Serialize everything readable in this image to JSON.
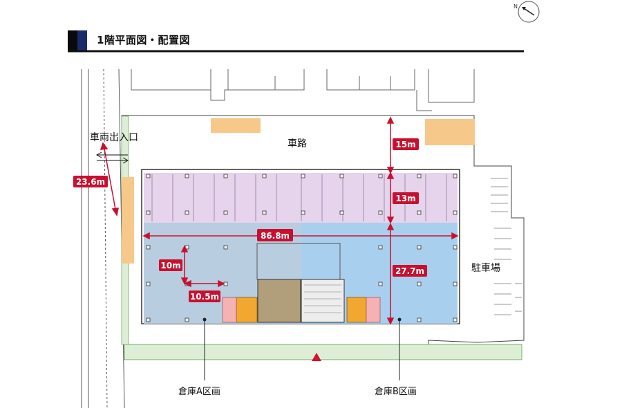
{
  "header": {
    "title": "1階平面図・配置図"
  },
  "labels": {
    "vehicle_entrance": "車両出入口",
    "road": "車路",
    "parking": "駐車場",
    "warehouse_a": "倉庫A区画",
    "warehouse_b": "倉庫B区画"
  },
  "dimensions": {
    "entrance_length": "23.6m",
    "road_width": "15m",
    "berth_depth": "13m",
    "building_length": "86.8m",
    "storage_depth": "27.7m",
    "bay_height": "10m",
    "bay_width": "10.5m"
  },
  "icons": {
    "compass": "north-arrow-icon",
    "main_entry": "entry-triangle-icon"
  },
  "colors": {
    "berth_zone": "#e6d3ec",
    "warehouse_a": "#b9cde0",
    "warehouse_b": "#a9cfee",
    "core": "#b19f7c",
    "dimension_tag": "#c8102e",
    "ramp": "#f6c88a",
    "green_strip": "#dcefd6"
  }
}
